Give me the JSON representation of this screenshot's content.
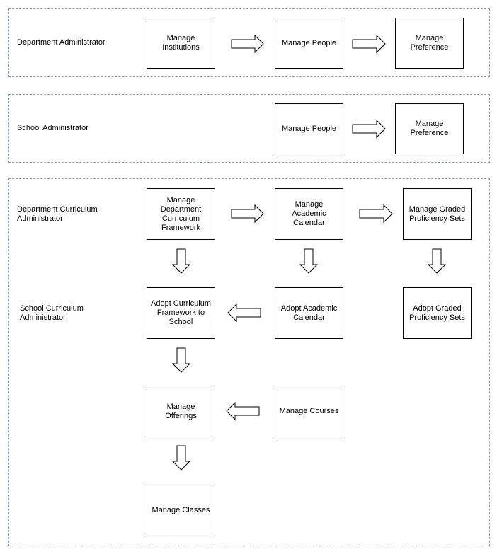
{
  "department_admin": {
    "role": "Department Administrator",
    "manage_institutions": "Manage Institutions",
    "manage_people": "Manage People",
    "manage_preference": "Manage Preference"
  },
  "school_admin": {
    "role": "School Administrator",
    "manage_people": "Manage People",
    "manage_preference": "Manage Preference"
  },
  "curriculum": {
    "dept_role": "Department Curriculum Administrator",
    "school_role": "School Curriculum Administrator",
    "manage_framework": "Manage Department Curriculum Framework",
    "manage_calendar": "Manage Academic Calendar",
    "manage_proficiency": "Manage Graded Proficiency Sets",
    "adopt_framework": "Adopt Curriculum Framework to School",
    "adopt_calendar": "Adopt Academic Calendar",
    "adopt_proficiency": "Adopt Graded Proficiency Sets",
    "manage_offerings": "Manage Offerings",
    "manage_courses": "Manage Courses",
    "manage_classes": "Manage Classes"
  }
}
